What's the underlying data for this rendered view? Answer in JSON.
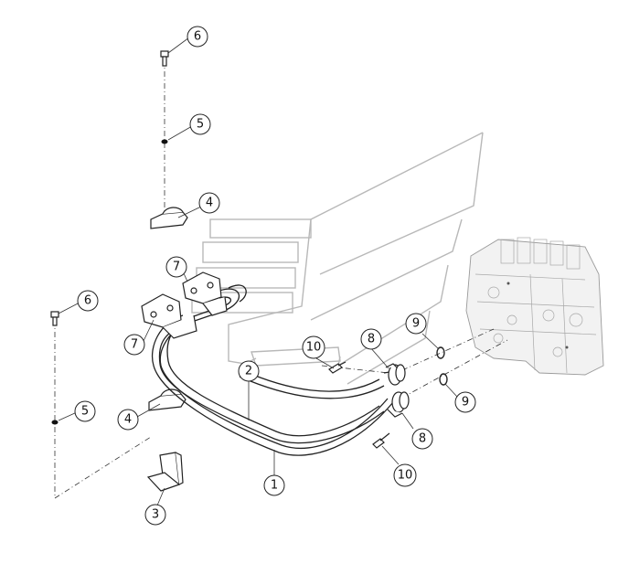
{
  "callouts": [
    {
      "label": "6"
    },
    {
      "label": "5"
    },
    {
      "label": "4"
    },
    {
      "label": "7"
    },
    {
      "label": "7"
    },
    {
      "label": "6"
    },
    {
      "label": "5"
    },
    {
      "label": "4"
    },
    {
      "label": "3"
    },
    {
      "label": "2"
    },
    {
      "label": "1"
    },
    {
      "label": "10"
    },
    {
      "label": "8"
    },
    {
      "label": "9"
    },
    {
      "label": "9"
    },
    {
      "label": "8"
    },
    {
      "label": "10"
    }
  ]
}
